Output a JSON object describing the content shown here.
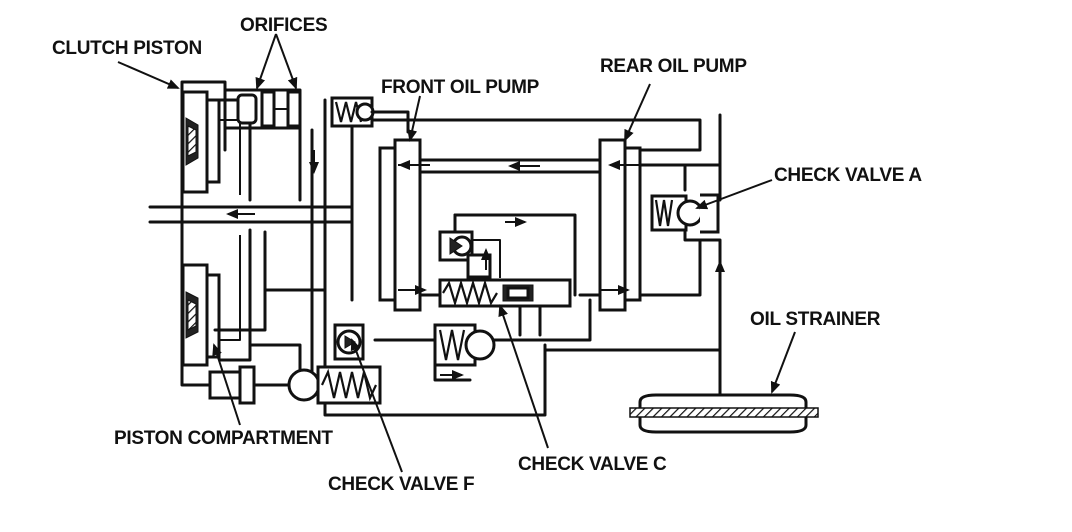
{
  "labels": {
    "clutch_piston": "CLUTCH PISTON",
    "orifices": "ORIFICES",
    "front_oil_pump": "FRONT OIL PUMP",
    "rear_oil_pump": "REAR OIL PUMP",
    "check_valve_a": "CHECK VALVE A",
    "oil_strainer": "OIL STRAINER",
    "piston_compartment": "PISTON COMPARTMENT",
    "check_valve_f": "CHECK VALVE F",
    "check_valve_c": "CHECK VALVE C"
  },
  "colors": {
    "line": "#111111",
    "background": "#ffffff"
  }
}
